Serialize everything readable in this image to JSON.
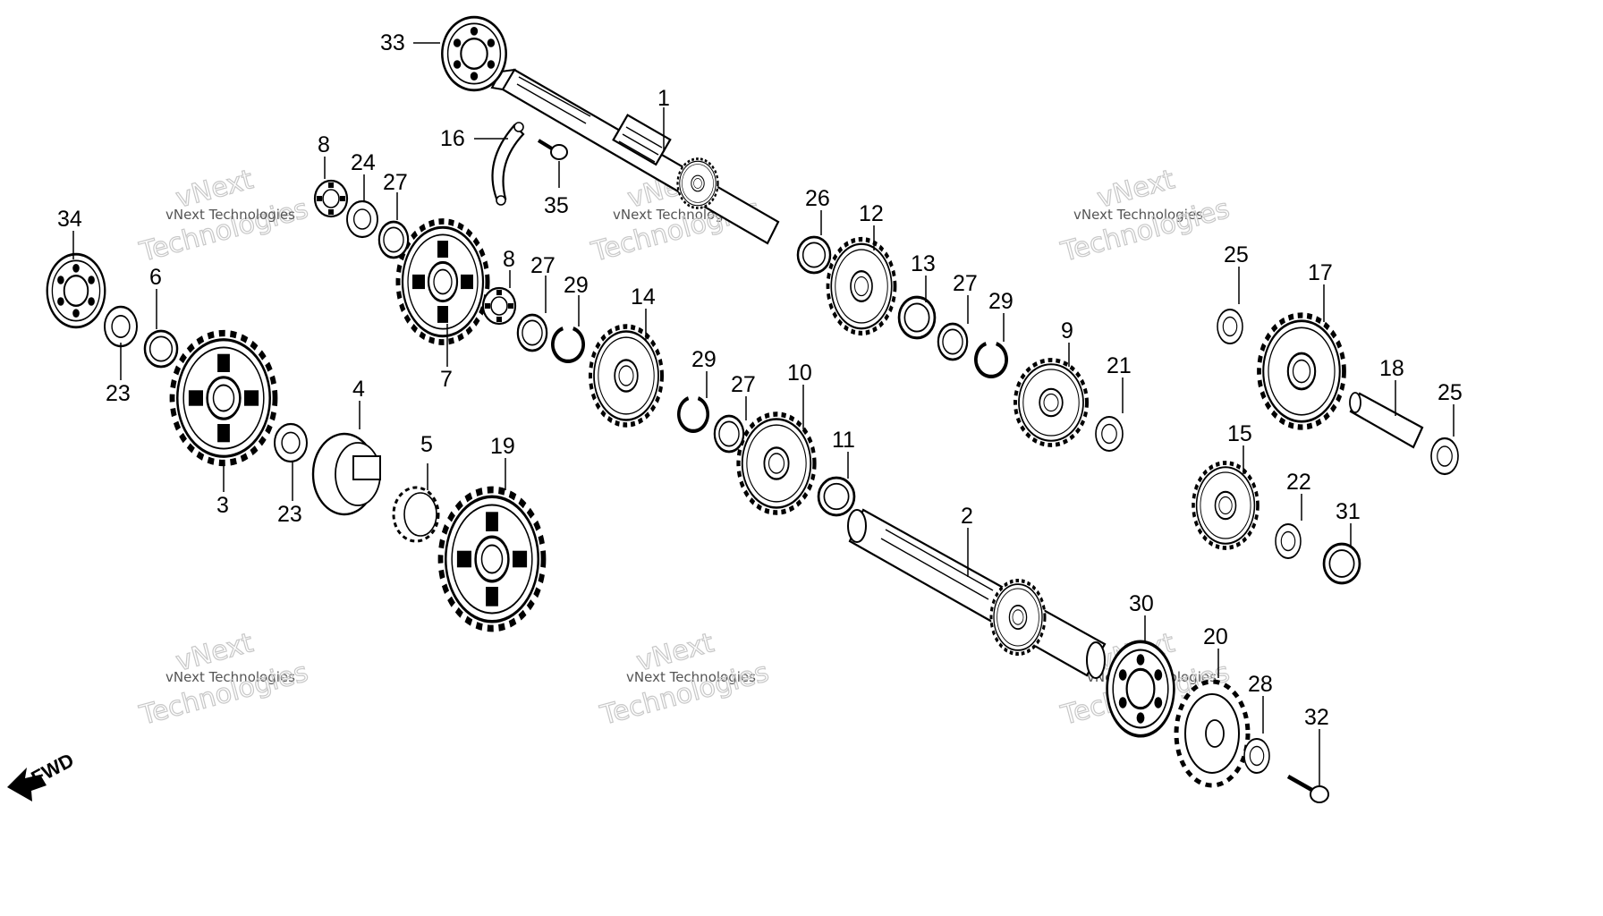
{
  "diagram": {
    "parts": [
      {
        "key": "p33",
        "label": "33",
        "type": "bearing"
      },
      {
        "key": "p1",
        "label": "1",
        "type": "mainshaft"
      },
      {
        "key": "p16",
        "label": "16",
        "type": "bracket"
      },
      {
        "key": "p35",
        "label": "35",
        "type": "bolt"
      },
      {
        "key": "p8a",
        "label": "8",
        "type": "needle-bearing"
      },
      {
        "key": "p24",
        "label": "24",
        "type": "washer"
      },
      {
        "key": "p27a",
        "label": "27",
        "type": "splined-washer"
      },
      {
        "key": "p34",
        "label": "34",
        "type": "bearing"
      },
      {
        "key": "p6",
        "label": "6",
        "type": "collar"
      },
      {
        "key": "p23a",
        "label": "23",
        "type": "washer"
      },
      {
        "key": "p3",
        "label": "3",
        "type": "gear"
      },
      {
        "key": "p7",
        "label": "7",
        "type": "gear"
      },
      {
        "key": "p8b",
        "label": "8",
        "type": "needle-bearing"
      },
      {
        "key": "p27b",
        "label": "27",
        "type": "splined-washer"
      },
      {
        "key": "p29a",
        "label": "29",
        "type": "snap-ring"
      },
      {
        "key": "p14",
        "label": "14",
        "type": "gear"
      },
      {
        "key": "p4",
        "label": "4",
        "type": "gear-hub"
      },
      {
        "key": "p23b",
        "label": "23",
        "type": "washer"
      },
      {
        "key": "p5",
        "label": "5",
        "type": "pinion"
      },
      {
        "key": "p19",
        "label": "19",
        "type": "gear"
      },
      {
        "key": "p26",
        "label": "26",
        "type": "seal"
      },
      {
        "key": "p12",
        "label": "12",
        "type": "gear"
      },
      {
        "key": "p13",
        "label": "13",
        "type": "bushing"
      },
      {
        "key": "p27c",
        "label": "27",
        "type": "splined-washer"
      },
      {
        "key": "p29b",
        "label": "29",
        "type": "snap-ring"
      },
      {
        "key": "p9",
        "label": "9",
        "type": "gear"
      },
      {
        "key": "p21",
        "label": "21",
        "type": "washer"
      },
      {
        "key": "p29c",
        "label": "29",
        "type": "snap-ring"
      },
      {
        "key": "p27d",
        "label": "27",
        "type": "splined-washer"
      },
      {
        "key": "p10",
        "label": "10",
        "type": "gear"
      },
      {
        "key": "p11",
        "label": "11",
        "type": "bushing"
      },
      {
        "key": "p2",
        "label": "2",
        "type": "countershaft"
      },
      {
        "key": "p25a",
        "label": "25",
        "type": "washer"
      },
      {
        "key": "p17",
        "label": "17",
        "type": "gear"
      },
      {
        "key": "p18",
        "label": "18",
        "type": "shaft"
      },
      {
        "key": "p25b",
        "label": "25",
        "type": "washer"
      },
      {
        "key": "p15",
        "label": "15",
        "type": "gear"
      },
      {
        "key": "p22",
        "label": "22",
        "type": "washer"
      },
      {
        "key": "p31",
        "label": "31",
        "type": "bushing"
      },
      {
        "key": "p30",
        "label": "30",
        "type": "bearing"
      },
      {
        "key": "p20",
        "label": "20",
        "type": "sprocket"
      },
      {
        "key": "p28",
        "label": "28",
        "type": "washer"
      },
      {
        "key": "p32",
        "label": "32",
        "type": "bolt"
      }
    ],
    "direction_label": "FWD",
    "watermark": {
      "small": "vNext Technologies",
      "big_line1": "vNext",
      "big_line2": "Technologies"
    }
  },
  "colors": {
    "ink": "#000000",
    "background": "#ffffff",
    "watermark_stroke": "#c8c8c8",
    "watermark_text": "#555555"
  }
}
